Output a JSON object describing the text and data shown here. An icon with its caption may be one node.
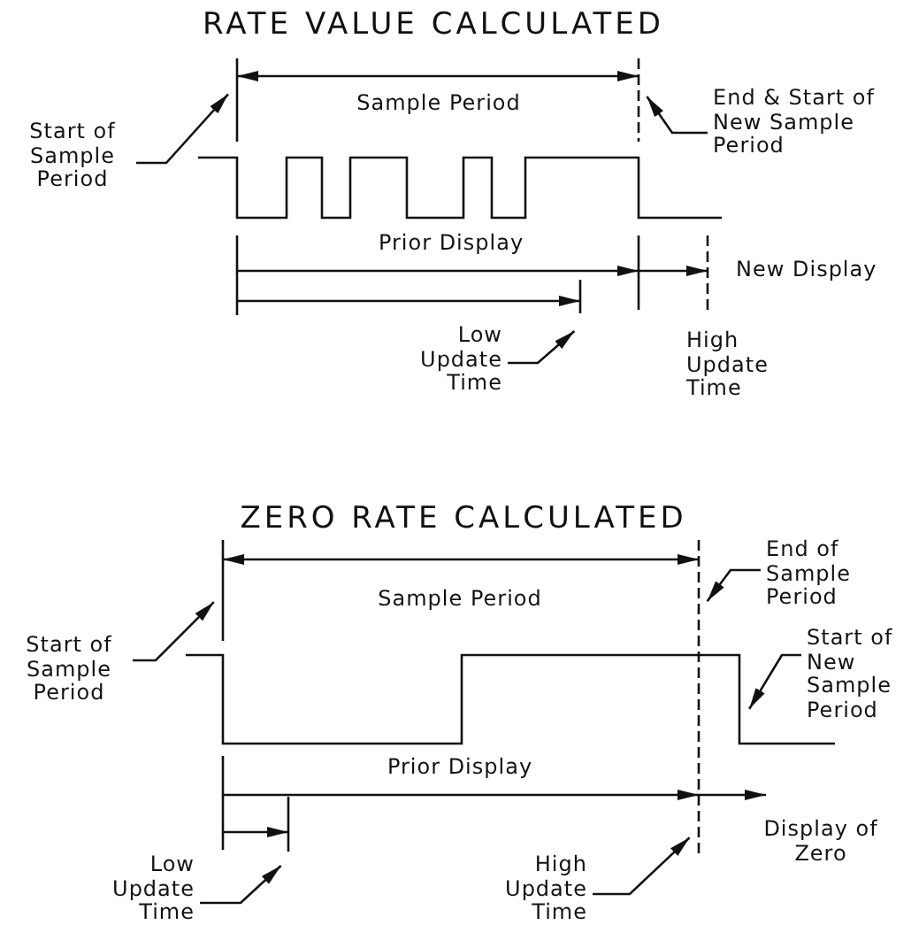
{
  "diagram": {
    "nodes": [
      {
        "text": [
          "Start of Sample Period"
        ]
      },
      {
        "text": [
          "End & Start of New Sample Period"
        ]
      },
      {
        "text": [
          "Low Update Time"
        ]
      },
      {
        "text": [
          "Start of Sample Period"
        ]
      },
      {
        "text": [
          "End of Sample Period"
        ]
      },
      {
        "text": [
          "Start of New Sample Period"
        ]
      },
      {
        "text": [
          "Low Update Time"
        ]
      },
      {
        "text": [
          "High Update Time"
        ]
      }
    ],
    "edges": [
      {
        "from": 0,
        "to": null,
        "arrow": "to"
      },
      {
        "from": 1,
        "to": null,
        "arrow": "to"
      },
      {
        "from": 2,
        "to": null,
        "arrow": "to"
      },
      {
        "from": 3,
        "to": null,
        "arrow": "to"
      },
      {
        "from": 4,
        "to": null,
        "arrow": "to"
      },
      {
        "from": 5,
        "to": null,
        "arrow": "to"
      },
      {
        "from": 6,
        "to": null,
        "arrow": "to"
      },
      {
        "from": 7,
        "to": null,
        "arrow": "to"
      }
    ],
    "labels": [
      "RATE VALUE CALCULATED",
      "Sample Period",
      "Prior Display",
      "New Display",
      "High Update Time",
      "ZERO RATE CALCULATED",
      "Sample Period",
      "Prior Display",
      "Display of Zero"
    ]
  }
}
